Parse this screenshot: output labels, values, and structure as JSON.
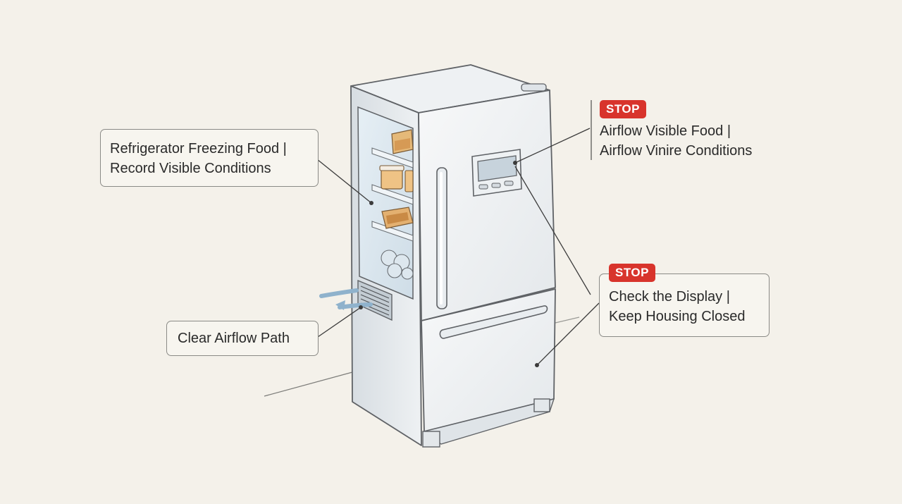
{
  "callouts": {
    "conditions": {
      "line1": "Refrigerator Freezing Food |",
      "line2": "Record Visible Conditions"
    },
    "airflow_path": {
      "label": "Clear Airflow Path"
    },
    "stop_airflow": {
      "badge": "STOP",
      "line1": "Airflow Visible Food |",
      "line2": "Airflow Vinire Conditions"
    },
    "stop_display": {
      "badge": "STOP",
      "line1": "Check the Display |",
      "line2": "Keep Housing Closed"
    }
  },
  "colors": {
    "stop_badge": "#d8342c",
    "background": "#f4f1ea",
    "outline": "#5f6266"
  }
}
